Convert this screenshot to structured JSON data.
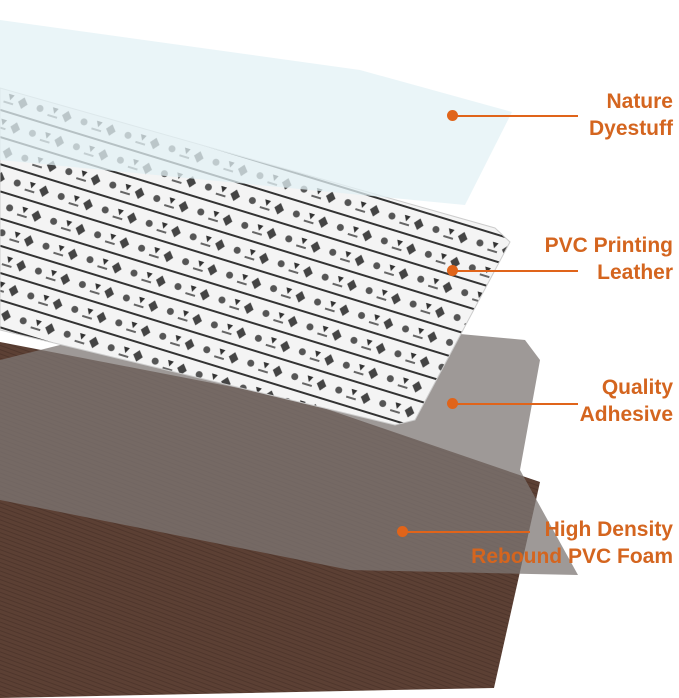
{
  "layers": [
    {
      "line1": "Nature",
      "line2": "Dyestuff"
    },
    {
      "line1": "PVC Printing",
      "line2": "Leather"
    },
    {
      "line1": "Quality",
      "line2": "Adhesive"
    },
    {
      "line1": "High Density",
      "line2": "Rebound PVC Foam"
    }
  ],
  "colors": {
    "accent": "#e0641a",
    "film": "#e6f2f6",
    "pattern": "#f2f2f2",
    "adhesive": "#8a8784",
    "foam": "#5a3f33"
  }
}
